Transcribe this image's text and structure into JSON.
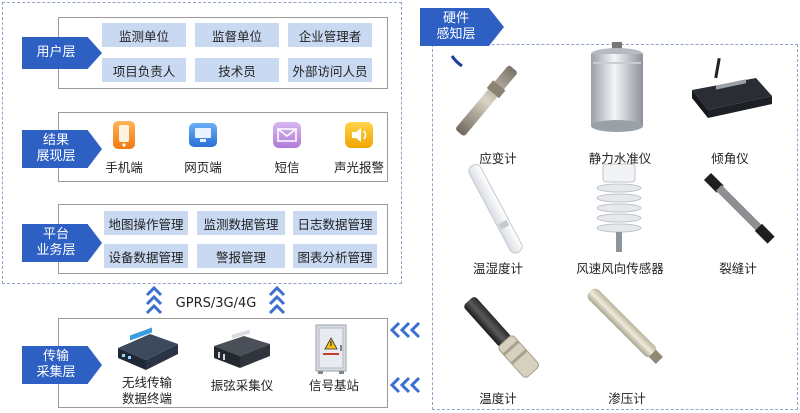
{
  "user_layer": {
    "tag": "用户层",
    "items": [
      "监测单位",
      "监督单位",
      "企业管理者",
      "项目负责人",
      "技术员",
      "外部访问人员"
    ]
  },
  "result_layer": {
    "tag_line1": "结果",
    "tag_line2": "展现层",
    "items": [
      {
        "label": "手机端",
        "icon": "mobile-icon"
      },
      {
        "label": "网页端",
        "icon": "monitor-icon"
      },
      {
        "label": "短信",
        "icon": "sms-icon"
      },
      {
        "label": "声光报警",
        "icon": "alarm-icon"
      }
    ]
  },
  "platform_layer": {
    "tag_line1": "平台",
    "tag_line2": "业务层",
    "items": [
      "地图操作管理",
      "监测数据管理",
      "日志数据管理",
      "设备数据管理",
      "警报管理",
      "图表分析管理"
    ]
  },
  "protocol_label": "GPRS/3G/4G",
  "transport_layer": {
    "tag_line1": "传输",
    "tag_line2": "采集层",
    "devices": [
      {
        "line1": "无线传输",
        "line2": "数据终端"
      },
      {
        "line1": "振弦采集仪",
        "line2": ""
      },
      {
        "line1": "信号基站",
        "line2": ""
      }
    ]
  },
  "hardware_layer": {
    "tag_line1": "硬件",
    "tag_line2": "感知层",
    "sensors": [
      "应变计",
      "静力水准仪",
      "倾角仪",
      "温湿度计",
      "风速风向传感器",
      "裂缝计",
      "温度计",
      "渗压计"
    ]
  },
  "colors": {
    "tag_blue": "#2e60c4",
    "cell_blue": "#c9d9f2",
    "arrow_blue": "#3b6fd0",
    "dash": "#8fa3c8"
  }
}
